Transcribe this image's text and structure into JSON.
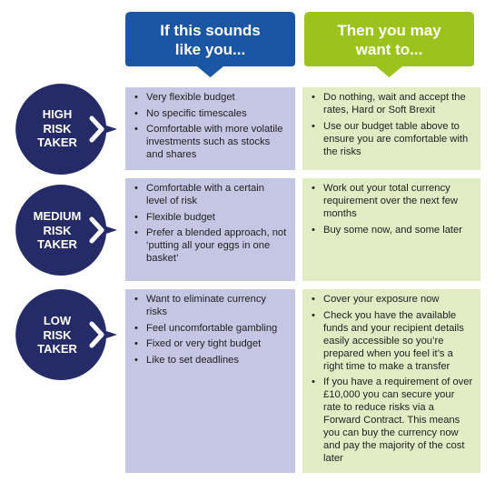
{
  "headers": {
    "left": {
      "line1": "If this sounds",
      "line2": "like you...",
      "color": "#1a56a3"
    },
    "right": {
      "line1": "Then you may",
      "line2": "want to...",
      "color": "#9bc31c"
    }
  },
  "colors": {
    "circle": "#252b66",
    "left_panel": "#c5c6e3",
    "right_panel": "#e2ecc4"
  },
  "rows": [
    {
      "risk": [
        "HIGH",
        "RISK",
        "TAKER"
      ],
      "if_items": [
        "Very flexible budget",
        "No specific timescales",
        "Comfortable with more volatile investments such as stocks and shares"
      ],
      "then_items": [
        "Do nothing, wait and accept the rates, Hard or Soft Brexit",
        "Use our budget table above to ensure you are comfortable with the risks"
      ]
    },
    {
      "risk": [
        "MEDIUM",
        "RISK",
        "TAKER"
      ],
      "if_items": [
        "Comfortable with a certain level of risk",
        "Flexible budget",
        "Prefer a blended approach, not ‘putting all your eggs in one basket’"
      ],
      "then_items": [
        "Work out your total currency requirement over the next few months",
        "Buy some now, and some later"
      ]
    },
    {
      "risk": [
        "LOW",
        "RISK",
        "TAKER"
      ],
      "if_items": [
        "Want to eliminate currency risks",
        "Feel uncomfortable gambling",
        "Fixed or very tight budget",
        "Like to set deadlines"
      ],
      "then_items": [
        "Cover your exposure now",
        "Check you have the available funds and your recipient details easily accessible so you’re prepared when you feel it’s a right time to make a transfer",
        "If you have a requirement of over £10,000 you can secure your rate to reduce risks via a Forward Contract. This means you can buy the currency now and pay the majority of the cost later"
      ]
    }
  ]
}
